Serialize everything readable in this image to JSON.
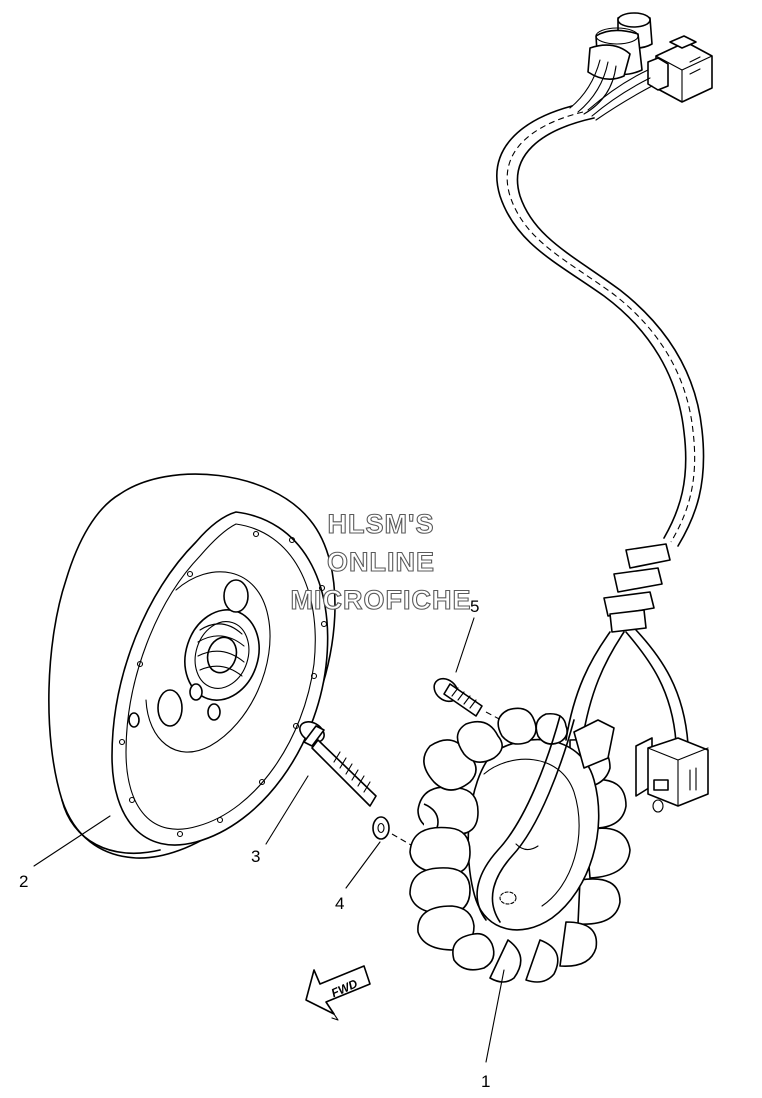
{
  "diagram": {
    "watermark": [
      "HLSM'S",
      "ONLINE",
      "MICROFICHE"
    ],
    "fwd_arrow_label": "FWD",
    "callouts": [
      {
        "label": "1",
        "part": "stator-assembly"
      },
      {
        "label": "2",
        "part": "rotor-flywheel"
      },
      {
        "label": "3",
        "part": "bolt"
      },
      {
        "label": "4",
        "part": "washer"
      },
      {
        "label": "5",
        "part": "screw"
      }
    ]
  }
}
